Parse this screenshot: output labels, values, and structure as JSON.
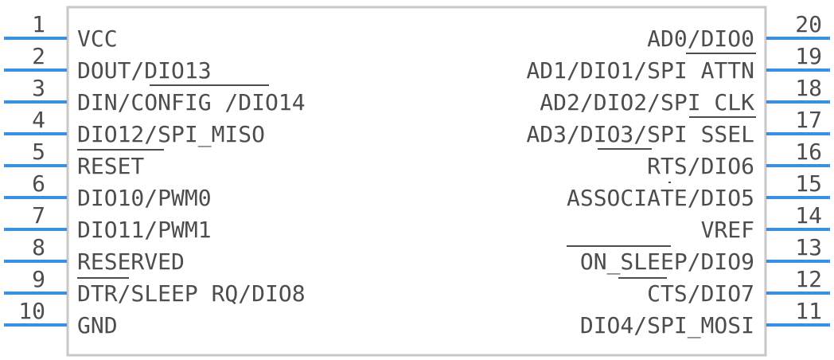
{
  "component": {
    "left_pins": [
      {
        "num": "1",
        "label": "VCC"
      },
      {
        "num": "2",
        "label": "DOUT/DIO13"
      },
      {
        "num": "3",
        "label": "DIN/CONFIG /DIO14"
      },
      {
        "num": "4",
        "label": "DIO12/SPI_MISO"
      },
      {
        "num": "5",
        "label": "RESET"
      },
      {
        "num": "6",
        "label": "DIO10/PWM0"
      },
      {
        "num": "7",
        "label": "DIO11/PWM1"
      },
      {
        "num": "8",
        "label": "RESERVED"
      },
      {
        "num": "9",
        "label": "DTR/SLEEP RQ/DIO8"
      },
      {
        "num": "10",
        "label": "GND"
      }
    ],
    "right_pins": [
      {
        "num": "20",
        "label": "AD0/DIO0"
      },
      {
        "num": "19",
        "label": "AD1/DIO1/SPI ATTN"
      },
      {
        "num": "18",
        "label": "AD2/DIO2/SPI CLK"
      },
      {
        "num": "17",
        "label": "AD3/DIO3/SPI SSEL"
      },
      {
        "num": "16",
        "label": "RTS/DIO6"
      },
      {
        "num": "15",
        "label": "ASSOCIATE/DIO5"
      },
      {
        "num": "14",
        "label": "VREF"
      },
      {
        "num": "13",
        "label": "ON_SLEEP/DIO9"
      },
      {
        "num": "12",
        "label": "CTS/DIO7"
      },
      {
        "num": "11",
        "label": "DIO4/SPI_MOSI"
      }
    ]
  },
  "colors": {
    "pin": "#3a8fe0",
    "outline": "#c8c8c8",
    "text": "#4d4d4d"
  }
}
